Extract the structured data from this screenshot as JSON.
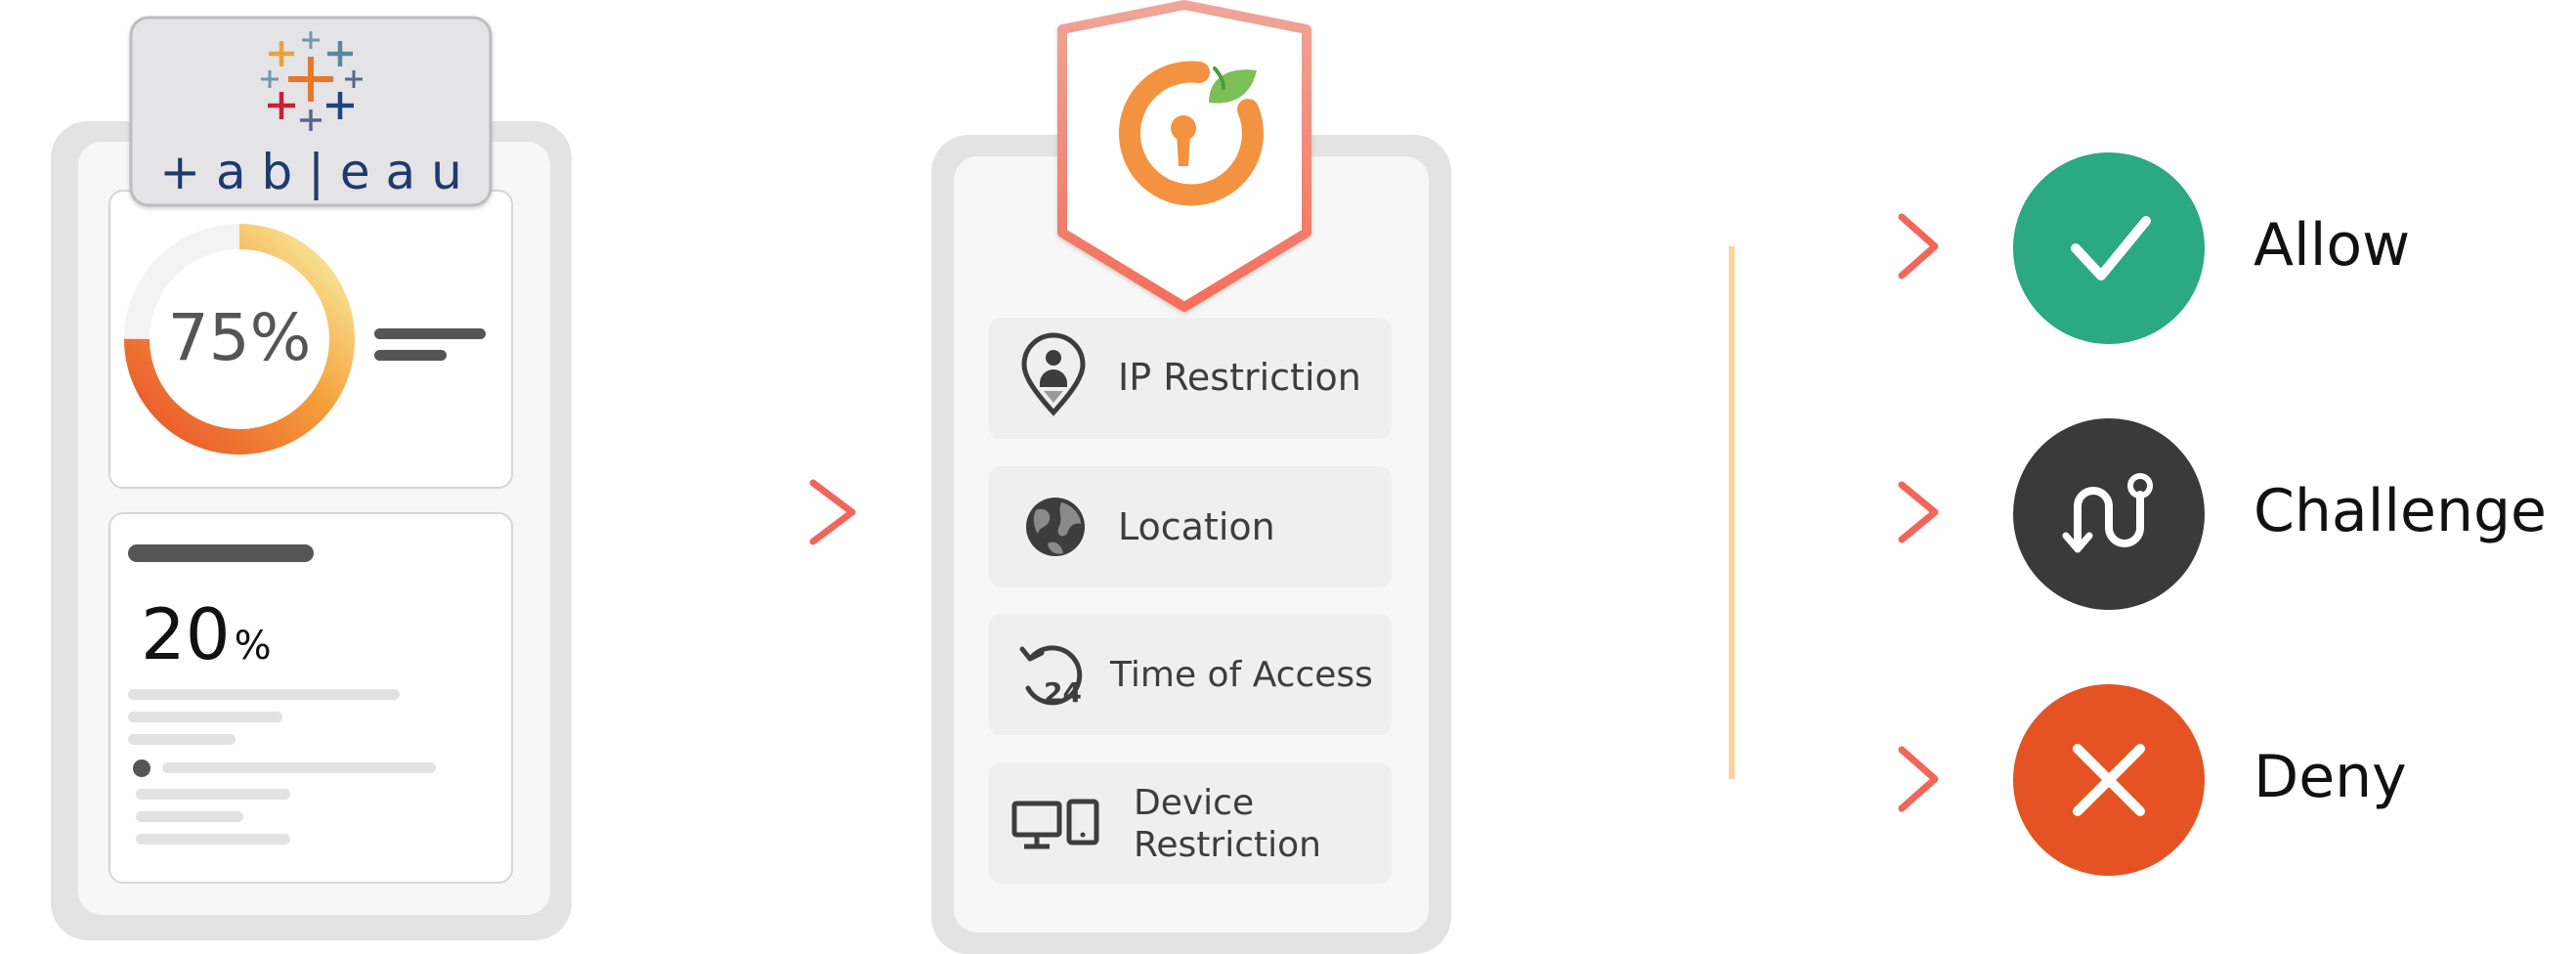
{
  "dashboard": {
    "logo_text": "+ a b | e a u",
    "gauge_value": "75%",
    "gauge_level": 0.75,
    "stat_value": "20",
    "stat_unit": "%"
  },
  "policy": {
    "items": [
      {
        "label": "IP Restriction",
        "icon": "location-pin-icon"
      },
      {
        "label": "Location",
        "icon": "globe-icon"
      },
      {
        "label": "Time of Access",
        "icon": "clock-24-icon"
      },
      {
        "label_line1": "Device",
        "label_line2": "Restriction",
        "icon": "devices-icon"
      }
    ]
  },
  "outcomes": [
    {
      "label": "Allow",
      "icon": "checkmark-icon",
      "color": "#2AA982"
    },
    {
      "label": "Challenge",
      "icon": "route-icon",
      "color": "#3A3A3A"
    },
    {
      "label": "Deny",
      "icon": "close-x-icon",
      "color": "#E55324"
    }
  ],
  "colors": {
    "accent_orange": "#F39240",
    "arrow_start": "#FCD79A",
    "arrow_end": "#F2665A",
    "card_bg": "#E3E3E3",
    "panel_bg": "#F7F7F7",
    "item_bg": "#EFEFEF"
  }
}
